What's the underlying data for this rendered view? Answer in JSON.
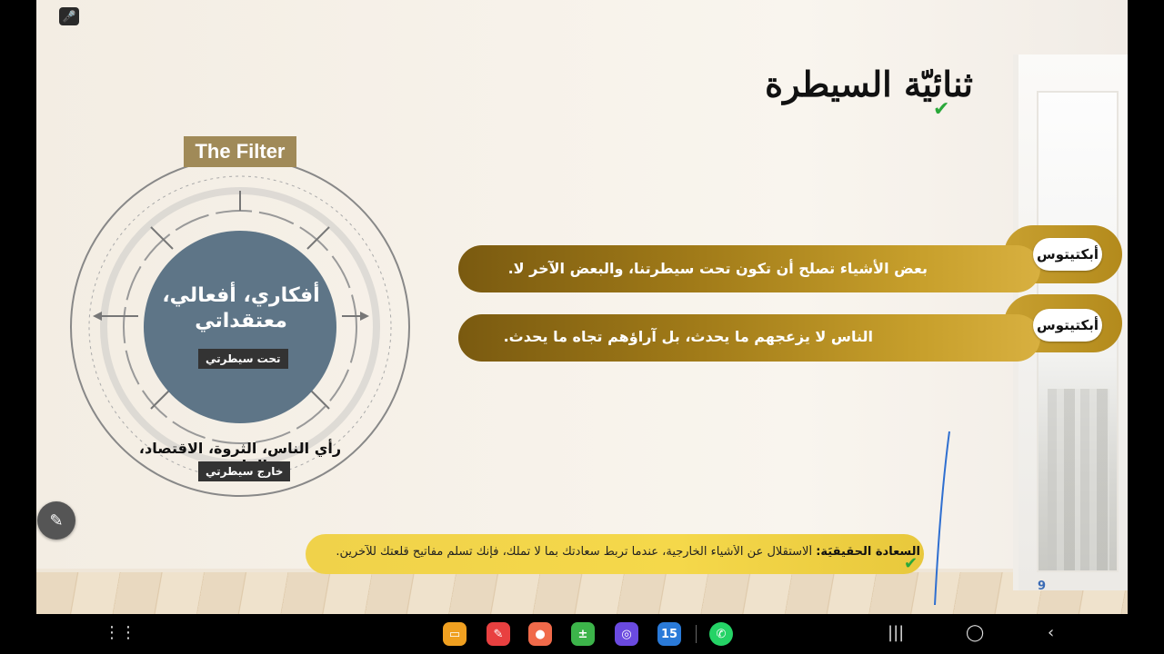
{
  "slide": {
    "title": "ثنائيّة السيطرة",
    "diagram": {
      "label": "The Filter",
      "inner_text": "أفكاري، أفعالي، معتقداتي",
      "inner_tag": "تحت سيطرتي",
      "outer_text": "رأي الناس، الثروة، الاقتصاد، الماضي",
      "outer_tag": "خارج سيطرتي"
    },
    "quotes": [
      {
        "author": "أبكتيتوس",
        "text": "بعض الأشياء تصلح أن تكون تحت سيطرتنا، والبعض الآخر لا."
      },
      {
        "author": "أبكتيتوس",
        "text": "الناس لا يزعجهم ما يحدث، بل آراؤهم تجاه ما يحدث."
      }
    ],
    "banner": {
      "label": "السعادة الحقيقيَة:",
      "text": "ألاستقلال عن الأشياء الخارجية، عندما تربط سعادتك بما لا تملك، فإنك تسلّم مفاتيح قلعتك للآخرين."
    },
    "page_number": "9"
  },
  "colors": {
    "gold": "#b38a1c",
    "banner": "#f0d24a",
    "circle": "#5e7587"
  },
  "taskbar": {
    "apps": [
      {
        "name": "files-icon",
        "color": "#f0a020"
      },
      {
        "name": "notes-icon",
        "color": "#e84040"
      },
      {
        "name": "contacts-icon",
        "color": "#f06a4a"
      },
      {
        "name": "calculator-icon",
        "color": "#3cb44a"
      },
      {
        "name": "browser-icon",
        "color": "#6a4ae0"
      },
      {
        "name": "calendar-icon",
        "color": "#2a7ad8",
        "label": "15"
      },
      {
        "name": "whatsapp-icon",
        "color": "#25d366"
      }
    ]
  }
}
